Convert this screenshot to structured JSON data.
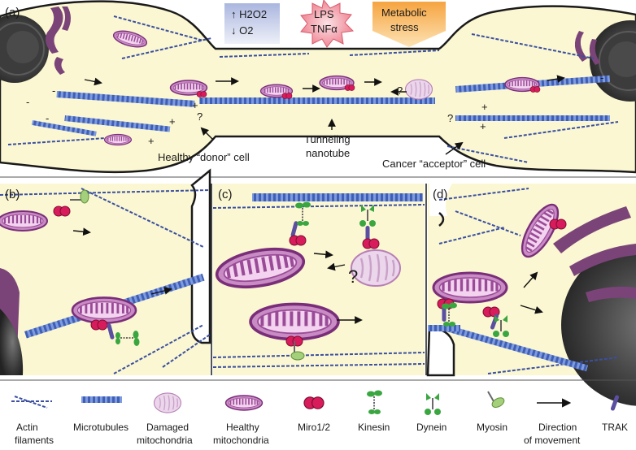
{
  "figure": {
    "panels": {
      "a": "(a)",
      "b": "(b)",
      "c": "(c)",
      "d": "(d)"
    },
    "stimuli": {
      "h2o2": "↑ H2O2",
      "o2": "↓ O2",
      "lps": "LPS",
      "tnf": "TNFα",
      "metabolic1": "Metabolic",
      "metabolic2": "stress"
    },
    "cells": {
      "donor": "Healthy “donor” cell",
      "nanotube1": "Tunneling",
      "nanotube2": "nanotube",
      "acceptor": "Cancer “acceptor” cell"
    },
    "marks": {
      "plus": "+",
      "minus": "-",
      "question": "?"
    },
    "legend": {
      "actin": [
        "Actin",
        "filaments"
      ],
      "microtubules": [
        "Microtubules"
      ],
      "damaged": [
        "Damaged",
        "mitochondria"
      ],
      "healthy": [
        "Healthy",
        "mitochondria"
      ],
      "miro": [
        "Miro1/2"
      ],
      "kinesin": [
        "Kinesin"
      ],
      "dynein": [
        "Dynein"
      ],
      "myosin": [
        "Myosin"
      ],
      "direction": [
        "Direction",
        "of movement"
      ],
      "trak": [
        "TRAK"
      ]
    },
    "colors": {
      "cytoplasm": "#fbf7d2",
      "membrane": "#1a1a1a",
      "mito_fill": "#c98bc4",
      "mito_outer": "#7a2e7a",
      "miro": "#d81b5a",
      "motor": "#3aa640",
      "microtubule": "#4d6fc0",
      "actin": "#3a4fa0",
      "nucleus": "#3c3c3c",
      "er": "#6d3a6d"
    }
  }
}
